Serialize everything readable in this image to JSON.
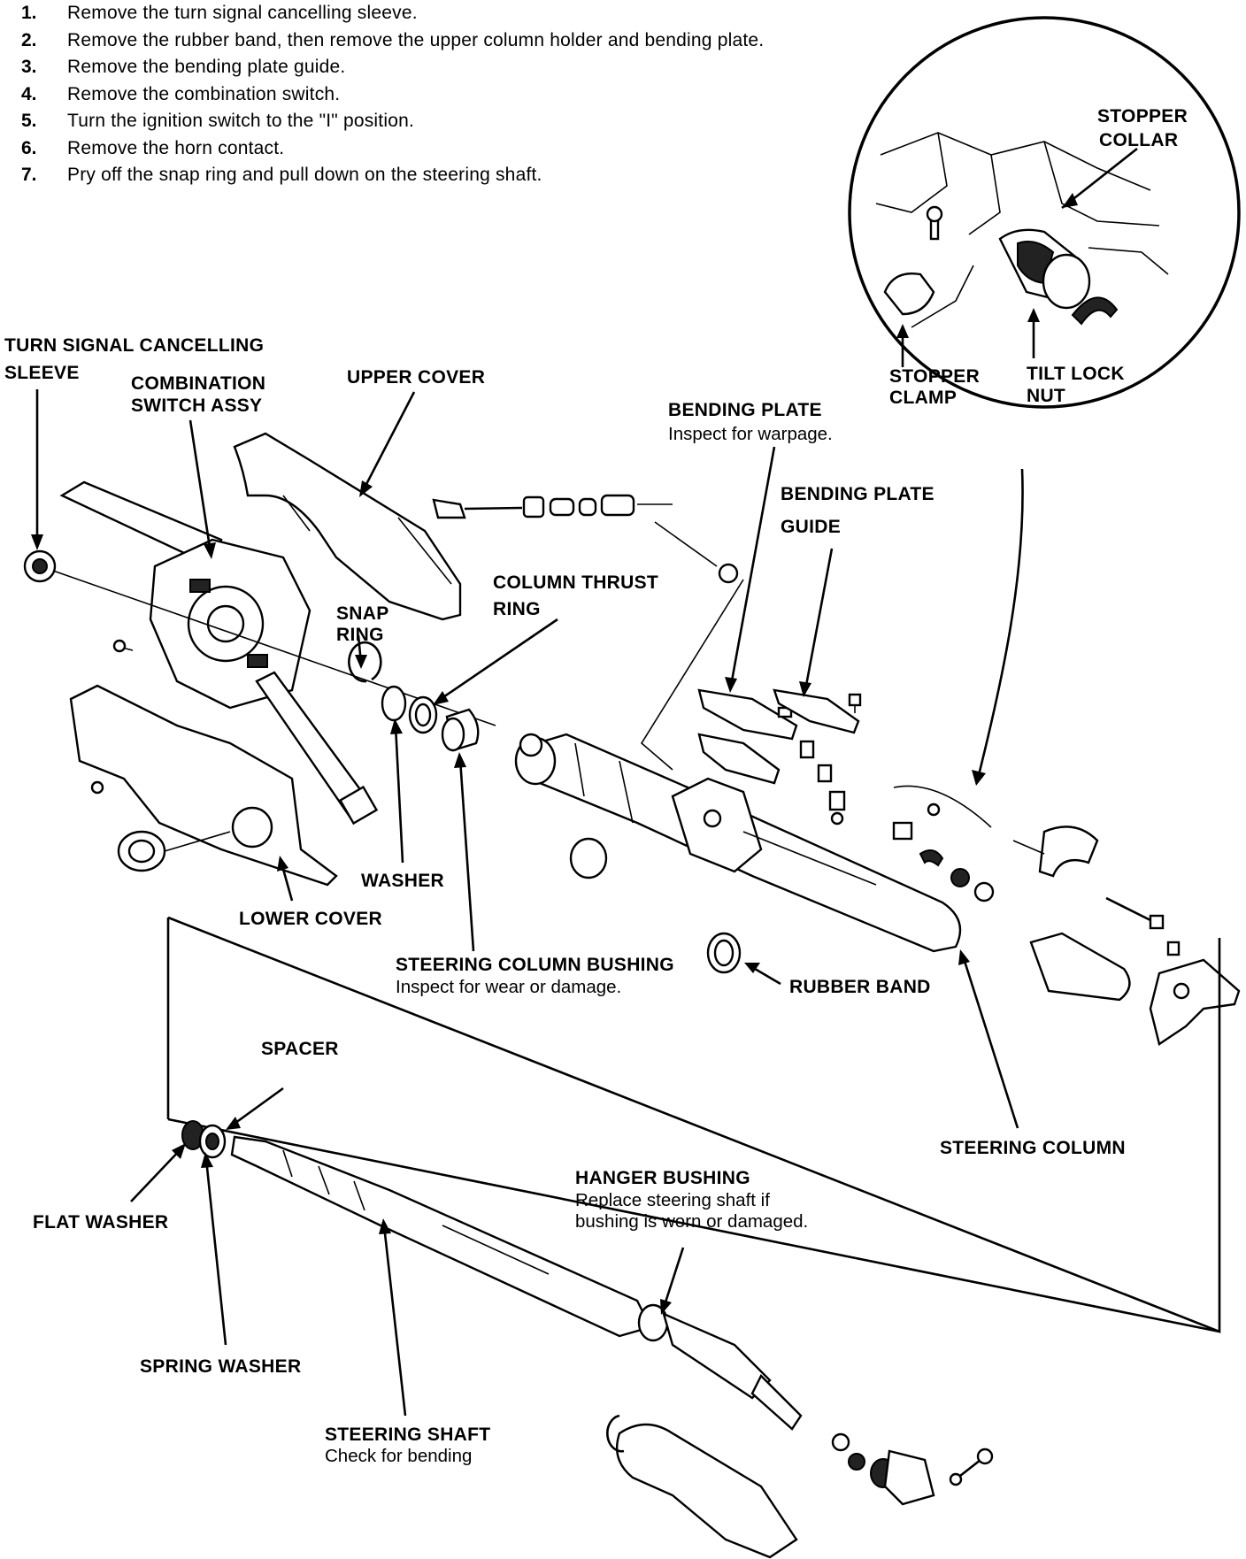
{
  "steps": [
    {
      "num": "1.",
      "text": "Remove the turn signal cancelling sleeve."
    },
    {
      "num": "2.",
      "text": "Remove the rubber band, then remove the upper column holder and bending plate."
    },
    {
      "num": "3.",
      "text": "Remove the bending plate guide."
    },
    {
      "num": "4.",
      "text": "Remove the combination switch."
    },
    {
      "num": "5.",
      "text": "Turn the ignition switch to the \"I\" position."
    },
    {
      "num": "6.",
      "text": "Remove the horn contact."
    },
    {
      "num": "7.",
      "text": "Pry off the snap ring and pull down on the steering shaft."
    }
  ],
  "detail": {
    "stopper_collar": [
      "STOPPER",
      "COLLAR"
    ],
    "stopper_clamp": [
      "STOPPER",
      "CLAMP"
    ],
    "tilt_lock_nut": [
      "TILT LOCK",
      "NUT"
    ]
  },
  "labels": {
    "turn_signal_sleeve": [
      "TURN SIGNAL CANCELLING",
      "SLEEVE"
    ],
    "combination_switch": [
      "COMBINATION",
      "SWITCH ASSY"
    ],
    "upper_cover": "UPPER COVER",
    "bending_plate": "BENDING PLATE",
    "bending_plate_note": "Inspect for warpage.",
    "bending_plate_guide": [
      "BENDING PLATE",
      "GUIDE"
    ],
    "column_thrust_ring": [
      "COLUMN THRUST",
      "RING"
    ],
    "snap_ring": [
      "SNAP",
      "RING"
    ],
    "washer": "WASHER",
    "lower_cover": "LOWER COVER",
    "steering_column_bushing": "STEERING COLUMN BUSHING",
    "steering_column_bushing_note": "Inspect for wear or damage.",
    "rubber_band": "RUBBER BAND",
    "spacer": "SPACER",
    "steering_column": "STEERING COLUMN",
    "flat_washer": "FLAT WASHER",
    "hanger_bushing": "HANGER BUSHING",
    "hanger_bushing_note": [
      "Replace steering shaft if",
      "bushing is worn or damaged."
    ],
    "spring_washer": "SPRING WASHER",
    "steering_shaft": "STEERING SHAFT",
    "steering_shaft_note": "Check for bending"
  }
}
